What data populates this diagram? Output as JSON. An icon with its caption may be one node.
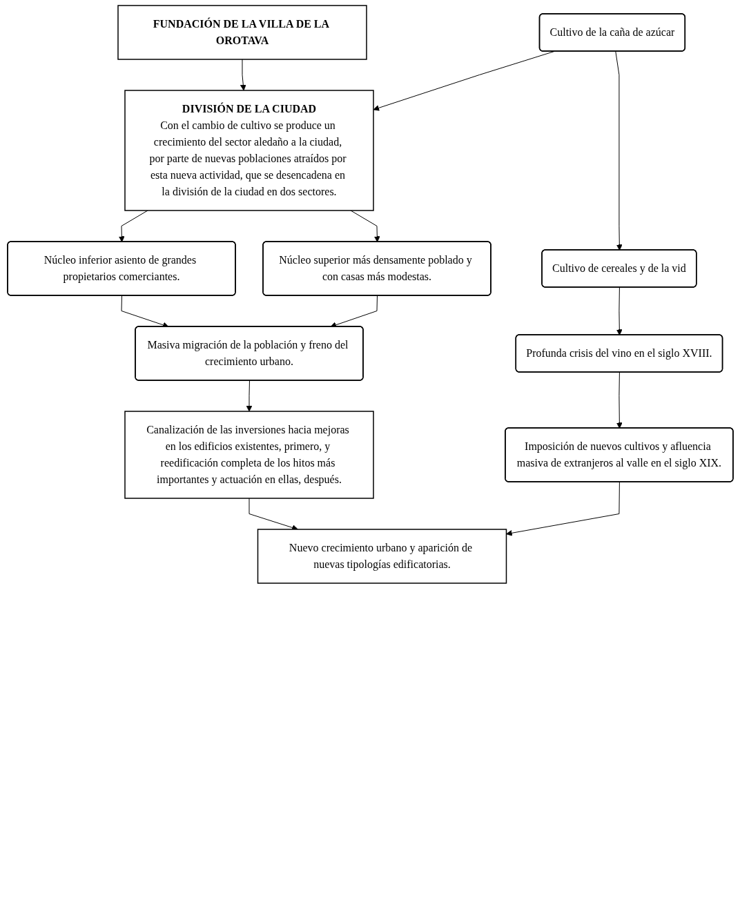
{
  "diagram": {
    "nodes": [
      {
        "text": [
          "FUNDACIÓN DE LA VILLA DE LA OROTAVA"
        ]
      },
      {
        "text": [
          "Cultivo de la caña de azúcar"
        ]
      },
      {
        "text": [
          "DIVISIÓN DE LA CIUDAD",
          "Con el cambio de cultivo se produce un crecimiento del sector aledaño a la ciudad, por parte de nuevas poblaciones atraídos por esta nueva actividad, que se desencadena en la división de la ciudad en dos sectores."
        ]
      },
      {
        "text": [
          "Cultivo de cereales y de la vid"
        ]
      },
      {
        "text": [
          "Núcleo inferior asiento de grandes propietarios comerciantes."
        ]
      },
      {
        "text": [
          "Núcleo superior más densamente poblado y con casas más modestas."
        ]
      },
      {
        "text": [
          "Profunda crisis del vino en el siglo XVIII."
        ]
      },
      {
        "text": [
          "Masiva migración de la población y freno del crecimiento urbano."
        ]
      },
      {
        "text": [
          "Canalización de las inversiones hacia mejoras en los edificios existentes, primero, y reedificación completa de los hitos más importantes y actuación en ellas, después."
        ]
      },
      {
        "text": [
          "Imposición de nuevos cultivos y afluencia masiva de extranjeros al valle en el siglo XIX."
        ]
      },
      {
        "text": [
          "Nuevo crecimiento urbano y aparición de nuevas tipologías edificatorias."
        ]
      }
    ],
    "edges": [
      {
        "from": 0,
        "to": 2,
        "arrow": "to"
      },
      {
        "from": 1,
        "to": 2,
        "arrow": "to"
      },
      {
        "from": 1,
        "to": 3,
        "arrow": "to"
      },
      {
        "from": 2,
        "to": 4,
        "arrow": "to"
      },
      {
        "from": 2,
        "to": 5,
        "arrow": "to"
      },
      {
        "from": 3,
        "to": 6,
        "arrow": "to"
      },
      {
        "from": 4,
        "to": 7,
        "arrow": "to"
      },
      {
        "from": 5,
        "to": 7,
        "arrow": "to"
      },
      {
        "from": 7,
        "to": 8,
        "arrow": "to"
      },
      {
        "from": 6,
        "to": 9,
        "arrow": "to"
      },
      {
        "from": 8,
        "to": 10,
        "arrow": "to"
      },
      {
        "from": 9,
        "to": 10,
        "arrow": "to"
      }
    ]
  }
}
